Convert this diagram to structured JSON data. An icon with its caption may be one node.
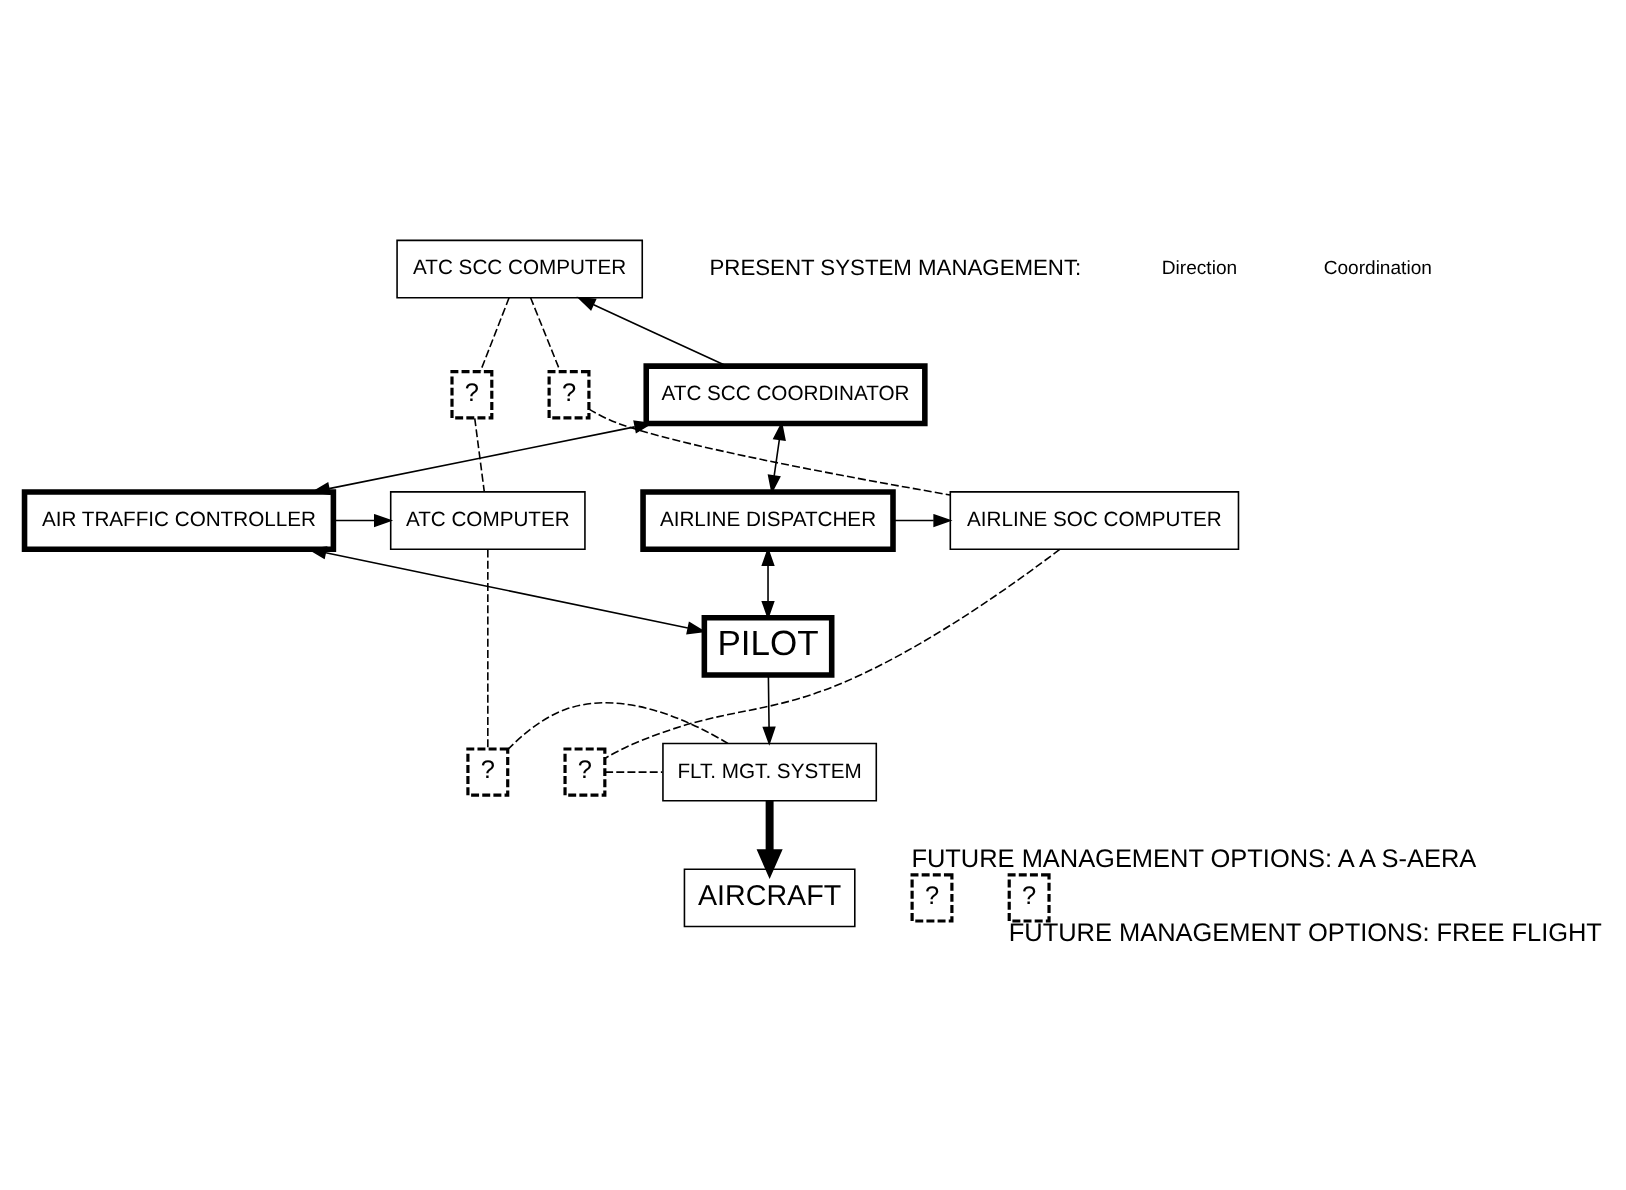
{
  "diagram": {
    "nodes": [
      {
        "text": [
          "ATC SCC COMPUTER"
        ]
      },
      {
        "text": [
          "?"
        ]
      },
      {
        "text": [
          "?"
        ]
      },
      {
        "text": [
          "ATC SCC COORDINATOR"
        ]
      },
      {
        "text": [
          "ATC COMPUTER"
        ]
      },
      {
        "text": [
          "AIR TRAFFIC CONTROLLER"
        ]
      },
      {
        "text": [
          "AIRLINE DISPATCHER"
        ]
      },
      {
        "text": [
          "AIRLINE SOC COMPUTER"
        ]
      },
      {
        "text": [
          "PILOT"
        ]
      },
      {
        "text": [
          "?"
        ]
      },
      {
        "text": [
          "?"
        ]
      },
      {
        "text": [
          "FLT. MGT. SYSTEM"
        ]
      },
      {
        "text": [
          "AIRCRAFT"
        ]
      },
      {
        "text": [
          "?"
        ],
        "beside": [
          "FUTURE MANAGEMENT OPTIONS: A A S-AERA"
        ]
      },
      {
        "text": [
          "?"
        ],
        "beside": [
          "FUTURE MANAGEMENT OPTIONS: FREE FLIGHT"
        ]
      }
    ],
    "edges": [
      {
        "from": 0,
        "to": 1,
        "arrow": "none",
        "style": "dashed"
      },
      {
        "from": 1,
        "to": 4,
        "arrow": "none",
        "style": "dashed"
      },
      {
        "from": 0,
        "to": 2,
        "arrow": "none",
        "style": "dashed"
      },
      {
        "from": 2,
        "to": 7,
        "arrow": "none",
        "style": "dashed"
      },
      {
        "from": 3,
        "to": 0,
        "arrow": "to"
      },
      {
        "from": 3,
        "to": 5,
        "arrow": "both"
      },
      {
        "from": 3,
        "to": 6,
        "arrow": "both"
      },
      {
        "from": 5,
        "to": 4,
        "arrow": "to"
      },
      {
        "from": 6,
        "to": 7,
        "arrow": "to"
      },
      {
        "from": 5,
        "to": 8,
        "arrow": "both"
      },
      {
        "from": 6,
        "to": 8,
        "arrow": "both"
      },
      {
        "from": 4,
        "to": 9,
        "arrow": "none",
        "style": "dashed"
      },
      {
        "from": 9,
        "to": 11,
        "arrow": "none",
        "style": "dashed"
      },
      {
        "from": 7,
        "to": 10,
        "arrow": "none",
        "style": "dashed"
      },
      {
        "from": 10,
        "to": 11,
        "arrow": "none",
        "style": "dashed"
      },
      {
        "from": 8,
        "to": 11,
        "arrow": "to"
      },
      {
        "from": 11,
        "to": 12,
        "arrow": "to",
        "style": "thick"
      }
    ],
    "labels": [
      "PRESENT SYSTEM MANAGEMENT:",
      "Direction",
      "Coordination"
    ]
  }
}
